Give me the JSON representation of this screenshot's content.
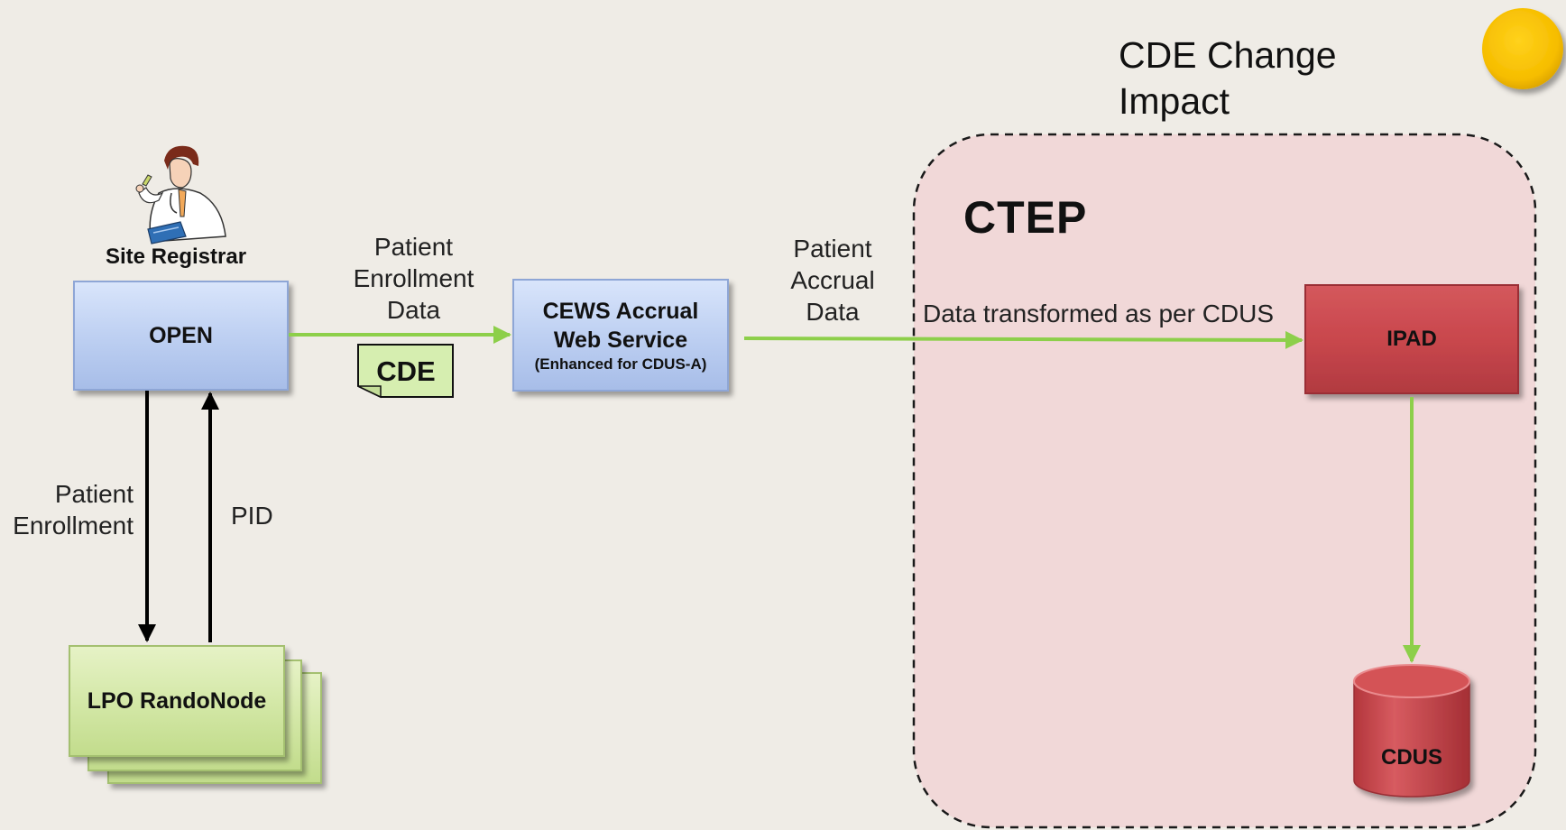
{
  "title": {
    "line1": "CDE Change",
    "line2": "Impact"
  },
  "actor": {
    "label": "Site Registrar",
    "icon": "doctor-icon"
  },
  "nodes": {
    "open": {
      "label": "OPEN"
    },
    "lpo": {
      "label": "LPO RandoNode"
    },
    "cews": {
      "line1": "CEWS Accrual",
      "line2": "Web Service",
      "line3": "(Enhanced for CDUS-A)"
    },
    "ipad": {
      "label": "IPAD"
    },
    "cdus": {
      "label": "CDUS"
    },
    "cde_doc": {
      "label": "CDE"
    }
  },
  "region": {
    "label": "CTEP"
  },
  "edges": {
    "open_to_cews": {
      "line1": "Patient",
      "line2": "Enrollment",
      "line3": "Data"
    },
    "cews_to_ipad": {
      "line1": "Patient",
      "line2": "Accrual",
      "line3": "Data"
    },
    "transform_note": "Data transformed as per CDUS",
    "open_to_lpo": {
      "line1": "Patient",
      "line2": "Enrollment"
    },
    "lpo_to_open": {
      "label": "PID"
    }
  },
  "colors": {
    "background": "#efece6",
    "green_arrow": "#8dcf4a",
    "open_box": "#b9cdf0",
    "cews_box": "#b7cbee",
    "lpo_box": "#d3e6a6",
    "ipad_box": "#c9474d",
    "ctep_region": "#f1d8d8",
    "sun": "#f8c300"
  }
}
